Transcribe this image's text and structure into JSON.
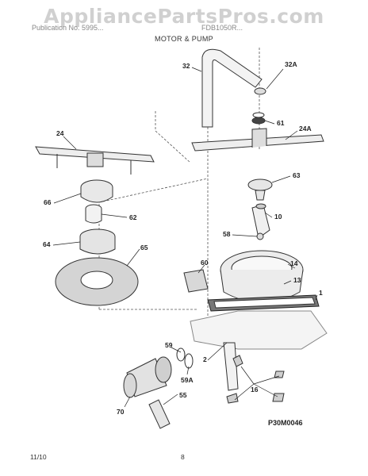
{
  "watermark": "AppliancePartsPros.com",
  "header": {
    "left": "Publication No. 5995...",
    "right": "FDB1050R...",
    "section_title": "MOTOR & PUMP"
  },
  "callouts": {
    "c32": "32",
    "c32A": "32A",
    "c61": "61",
    "c24A": "24A",
    "c24": "24",
    "c63": "63",
    "c66": "66",
    "c62": "62",
    "c10": "10",
    "c58": "58",
    "c64": "64",
    "c65": "65",
    "c60": "60",
    "c14": "14",
    "c13": "13",
    "c1": "1",
    "c59": "59",
    "c2": "2",
    "c59A": "59A",
    "c16": "16",
    "c70": "70",
    "c55": "55"
  },
  "diagram_code": "P30M0046",
  "footer": {
    "date": "11/10",
    "page": "8"
  }
}
